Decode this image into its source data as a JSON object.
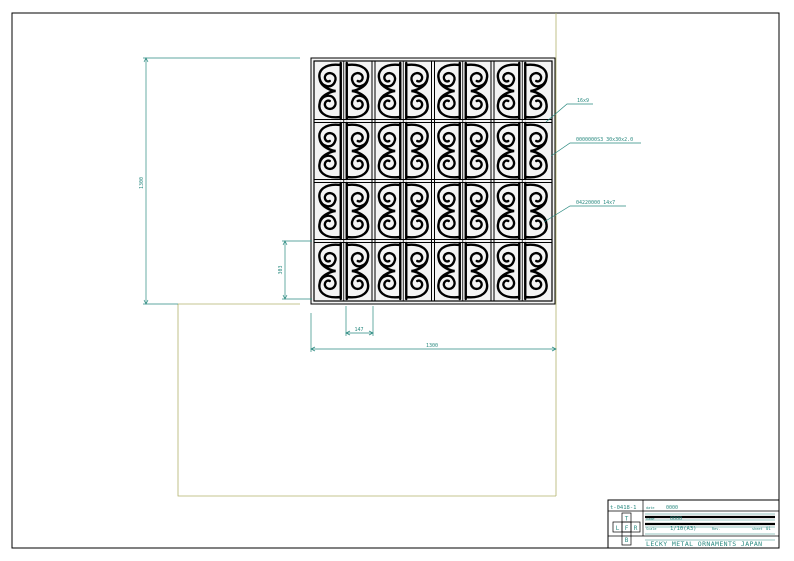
{
  "drawing": {
    "dimensions": {
      "overall_height": "1300",
      "overall_width": "1300",
      "panel_height": "303",
      "panel_width": "147"
    },
    "callouts": {
      "flat_bar": "16x9",
      "square_tube": "0000000S3  30x30x2.0",
      "scroll": "04220000  14x7"
    }
  },
  "title_block": {
    "drawing_no": "t-0418-1",
    "field1_label": "date",
    "field1_value": "0000",
    "field2_label": "name",
    "field2_value": "0000",
    "scale_label": "Scale",
    "scale_value": "1/10(A3)",
    "rev_label": "Rev.",
    "sheet_label": "sheet",
    "sheet_value": "01",
    "view_top": "T",
    "view_left": "L",
    "view_front": "F",
    "view_right": "R",
    "view_bottom": "B",
    "company": "LECKY METAL ORNAMENTS JAPAN"
  },
  "colors": {
    "frame": "#000000",
    "dimension": "#2a8a80",
    "guide": "#b3b36b",
    "fill": "#f4f4f4"
  }
}
